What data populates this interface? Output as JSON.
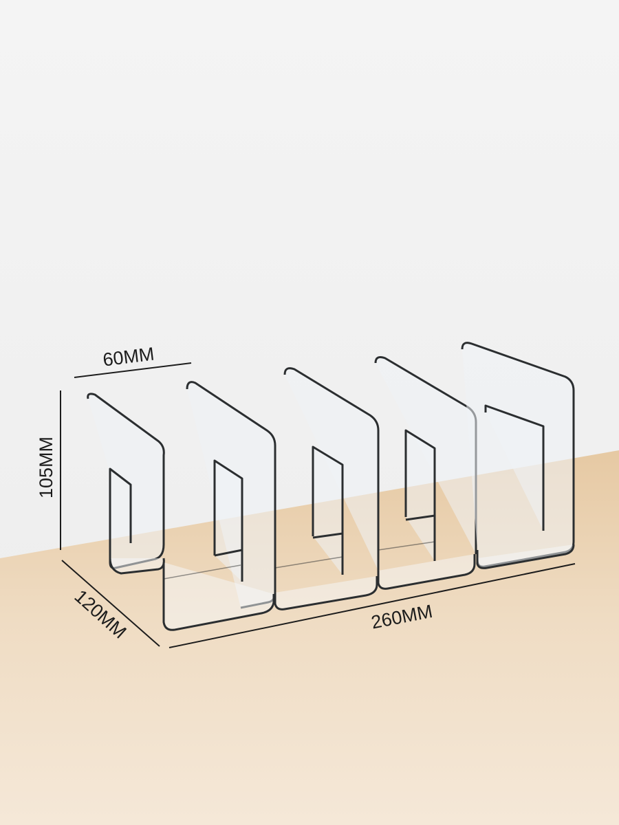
{
  "dimensions": {
    "width_label": "60MM",
    "height_label": "105MM",
    "depth_label": "120MM",
    "length_label": "260MM"
  },
  "colors": {
    "wall": "#f2f2f2",
    "table_far": "#e8cda9",
    "table_near": "#f4e6d4",
    "acrylic_edge": "#2b2e30",
    "acrylic_fill": "#eef3f6"
  }
}
